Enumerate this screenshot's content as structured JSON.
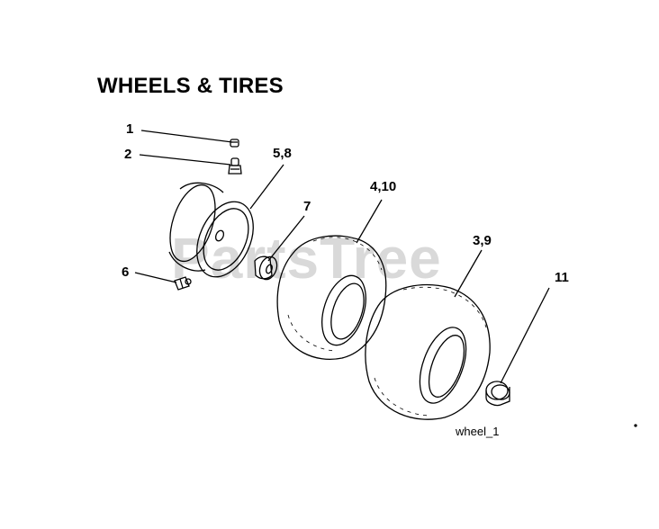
{
  "title": "WHEELS & TIRES",
  "callouts": {
    "c1": "1",
    "c2": "2",
    "c58": "5,8",
    "c7": "7",
    "c410": "4,10",
    "c39": "3,9",
    "c6": "6",
    "c11": "11"
  },
  "caption": "wheel_1",
  "watermark": "PartsTree"
}
